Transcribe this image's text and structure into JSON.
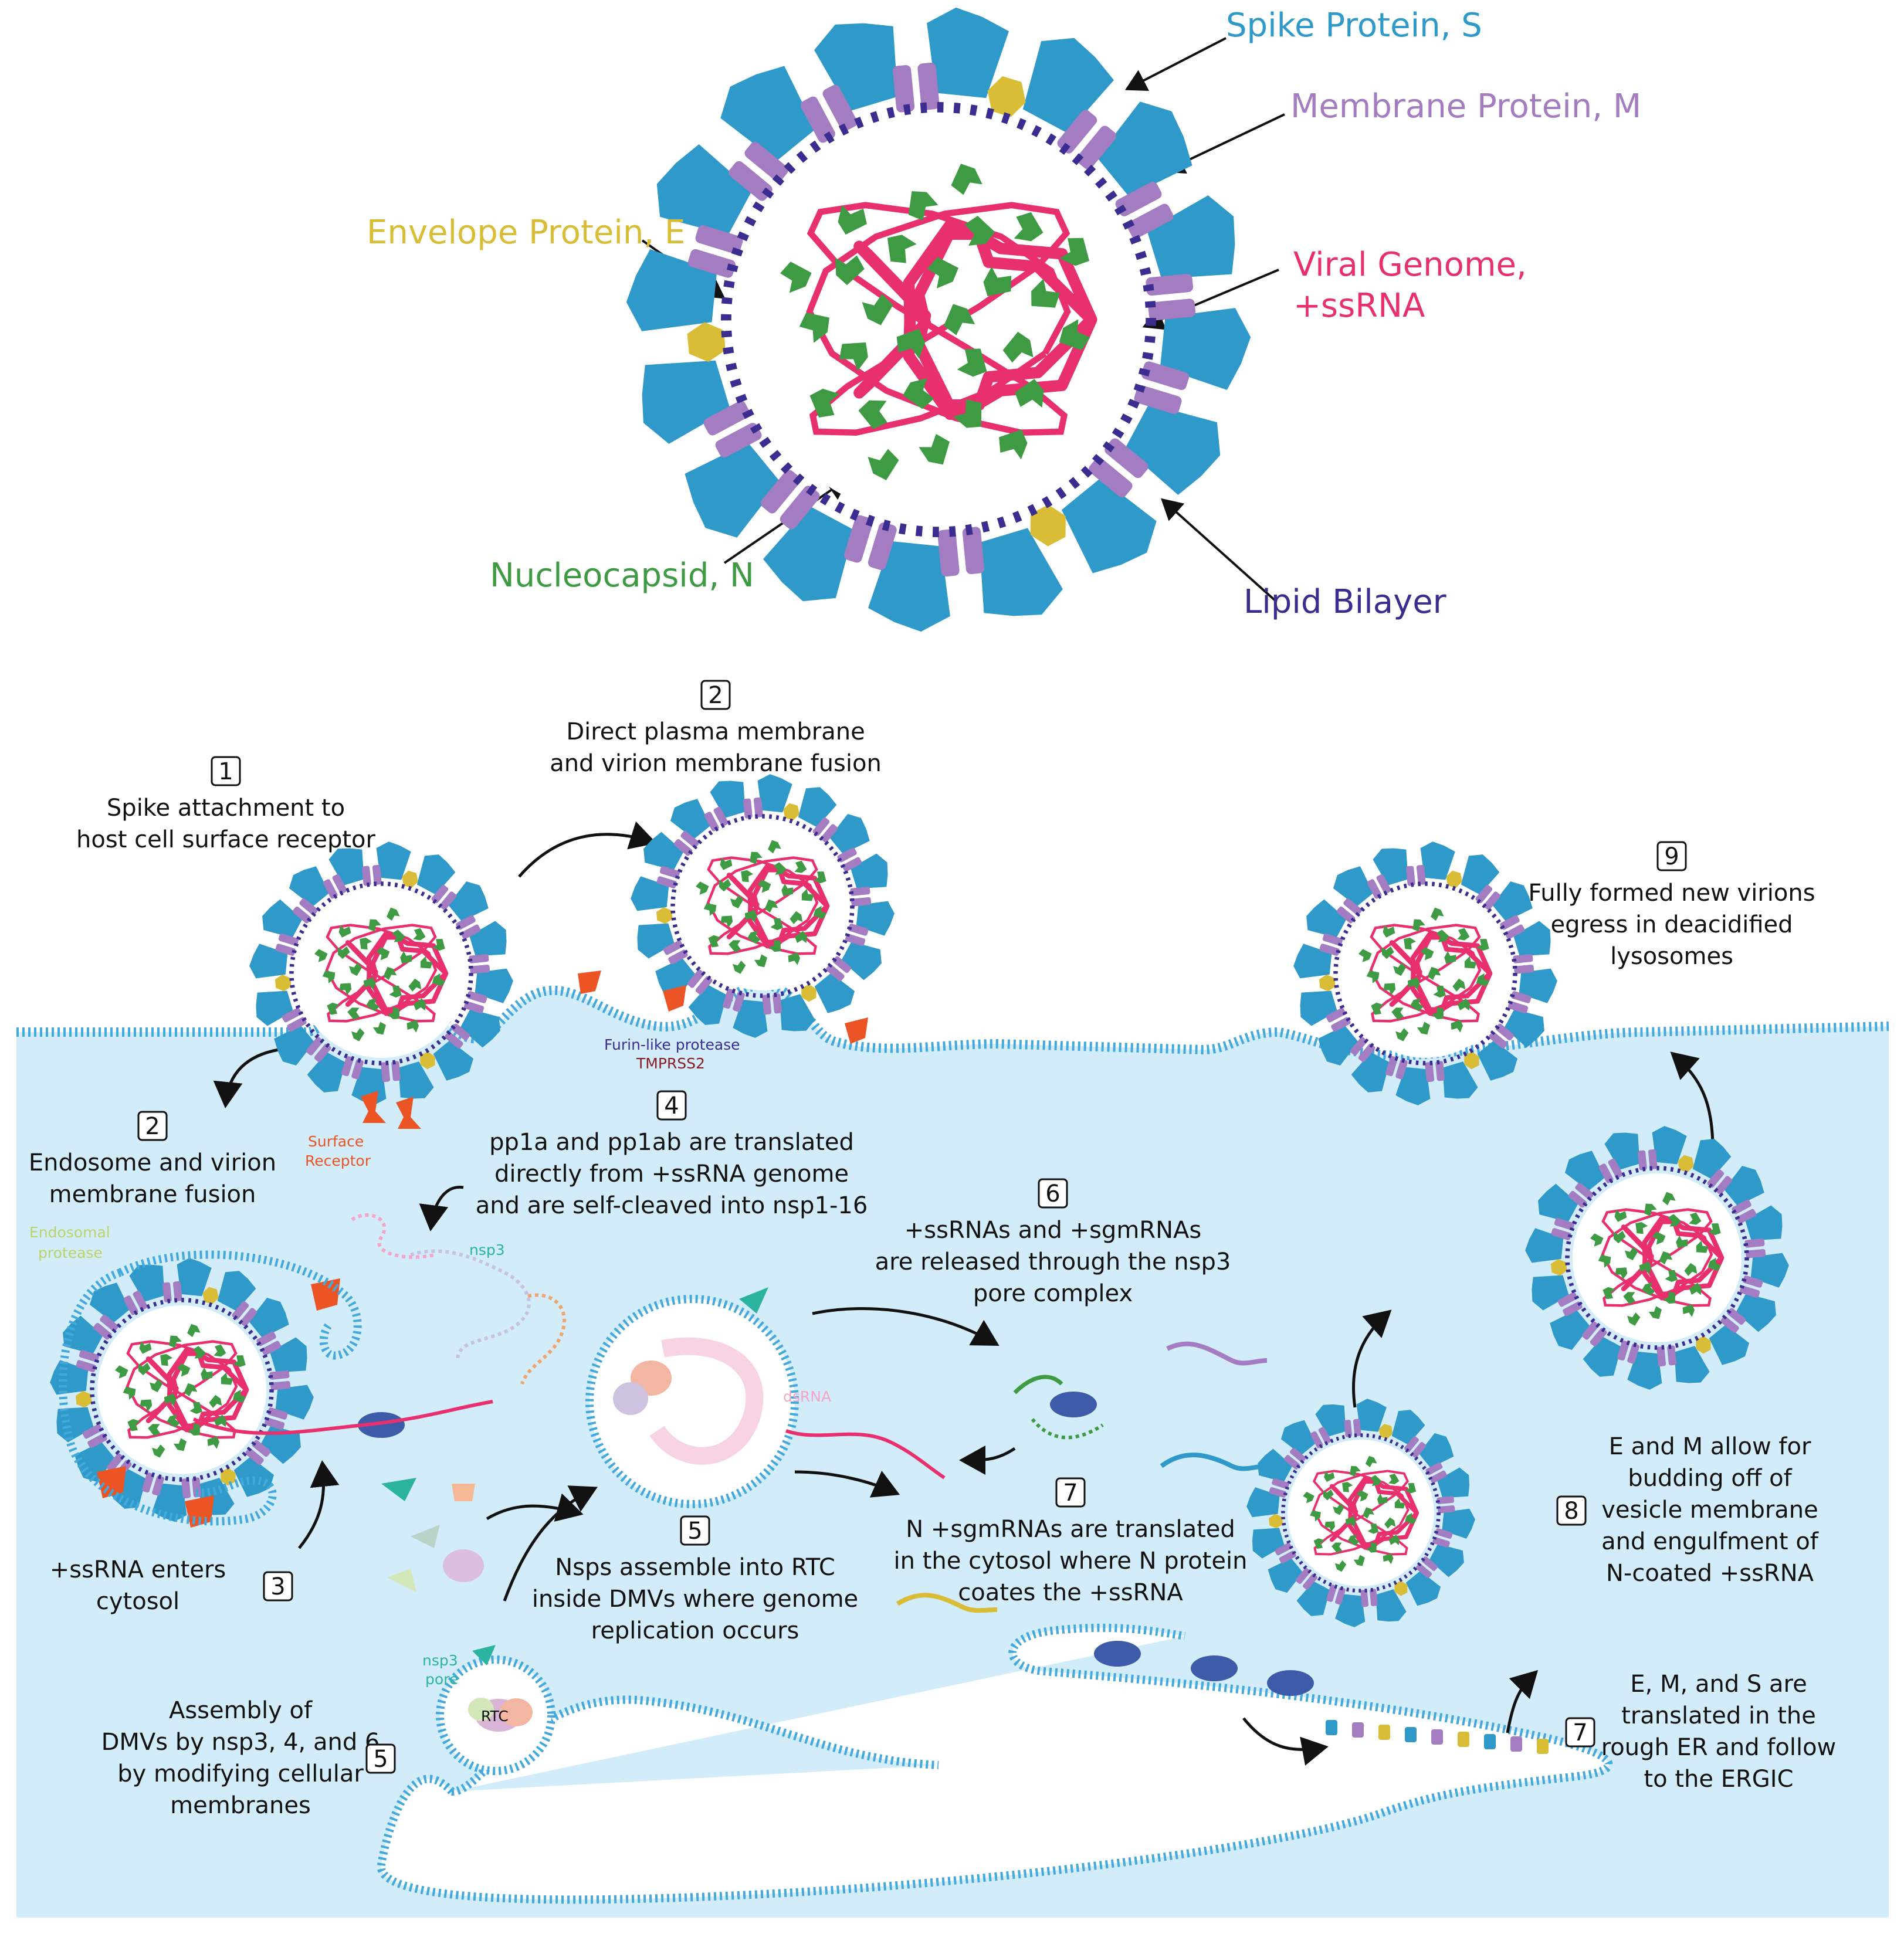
{
  "colors": {
    "spike": "#2f9ac9",
    "membrane_protein": "#a37cc1",
    "envelope": "#d9bd36",
    "genome": "#e8306f",
    "nucleocapsid": "#3f9b43",
    "lipid": "#3a2d8f",
    "cytosol": "#d3ecfa",
    "membrane_stripe": "#43a9dc",
    "receptor": "#eb5424",
    "tmprss2": "#8c1b23"
  },
  "virion_labels": {
    "spike": "Spike Protein, S",
    "membrane": "Membrane Protein, M",
    "envelope": "Envelope Protein, E",
    "genome_line1": "Viral Genome,",
    "genome_line2": "+ssRNA",
    "nucleocapsid": "Nucleocapsid, N",
    "lipid": "Lipid Bilayer"
  },
  "steps": {
    "s1": {
      "num": "1",
      "lines": [
        "Spike attachment to",
        "host cell surface receptor"
      ]
    },
    "s2a": {
      "num": "2",
      "lines": [
        "Direct plasma membrane",
        "and virion membrane fusion"
      ]
    },
    "s2b": {
      "num": "2",
      "lines": [
        "Endosome and virion",
        "membrane fusion"
      ]
    },
    "s3": {
      "num": "3",
      "lines": [
        "+ssRNA enters",
        "cytosol"
      ]
    },
    "s4": {
      "num": "4",
      "lines": [
        "pp1a and pp1ab are translated",
        "directly from +ssRNA genome",
        "and are self-cleaved into nsp1-16"
      ]
    },
    "s5a": {
      "num": "5",
      "lines": [
        "Nsps assemble into RTC",
        "inside DMVs where genome",
        "replication occurs"
      ]
    },
    "s5b": {
      "num": "5",
      "lines": [
        "Assembly of",
        "DMVs by nsp3, 4, and 6",
        "by modifying cellular",
        "membranes"
      ]
    },
    "s6": {
      "num": "6",
      "lines": [
        "+ssRNAs and +sgmRNAs",
        "are released through the nsp3",
        "pore complex"
      ]
    },
    "s7a": {
      "num": "7",
      "lines": [
        "N +sgmRNAs are translated",
        "in the cytosol where N protein",
        "coates the +ssRNA"
      ]
    },
    "s7b": {
      "num": "7",
      "lines": [
        "E, M, and S are",
        "translated in the",
        "rough ER and follow",
        "to the ERGIC"
      ]
    },
    "s8": {
      "num": "8",
      "lines": [
        "E and M allow for",
        "budding off of",
        "vesicle membrane",
        "and engulfment of",
        "N-coated +ssRNA"
      ]
    },
    "s9": {
      "num": "9",
      "lines": [
        "Fully formed new virions",
        "egress in deacidified",
        "lysosomes"
      ]
    }
  },
  "small_labels": {
    "furin": "Furin-like protease",
    "tmprss2": "TMPRSS2",
    "surface": "Surface",
    "receptor": "Receptor",
    "endosomal": "Endosomal",
    "protease": "protease",
    "nsp3": "nsp3",
    "nsp3b": "nsp3",
    "pore": "pore",
    "rtc": "RTC",
    "dsrna": "dsRNA"
  }
}
